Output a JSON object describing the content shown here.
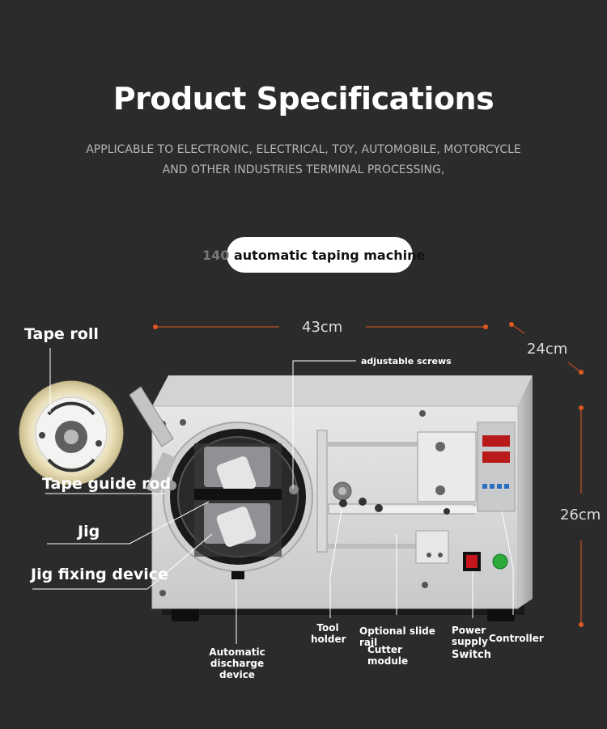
{
  "title": "Product Specifications",
  "subtitle_line1": "APPLICABLE TO ELECTRONIC, ELECTRICAL, TOY, AUTOMOBILE, MOTORCYCLE",
  "subtitle_line2": "AND OTHER INDUSTRIES TERMINAL PROCESSING,",
  "model": {
    "number": "140",
    "name": " automatic taping machine"
  },
  "dimensions": {
    "width": "43cm",
    "depth": "24cm",
    "height": "26cm"
  },
  "callouts": {
    "tape_roll": "Tape roll",
    "adjustable_screws": "adjustable screws",
    "tape_guide_rod": "Tape guide rod",
    "jig": "Jig",
    "jig_fixing_device": "Jig fixing device",
    "tool_holder_1": "Tool",
    "tool_holder_2": "holder",
    "optional_slide_rail": "Optional slide rail",
    "cutter_module": "Cutter module",
    "power_supply_1": "Power",
    "power_supply_2": "supply",
    "switch": "Switch",
    "controller": "Controller",
    "discharge_1": "Automatic",
    "discharge_2": "discharge device"
  },
  "colors": {
    "background": "#2b2b2b",
    "accent": "#e0581f",
    "machine": "#d9dadb"
  }
}
